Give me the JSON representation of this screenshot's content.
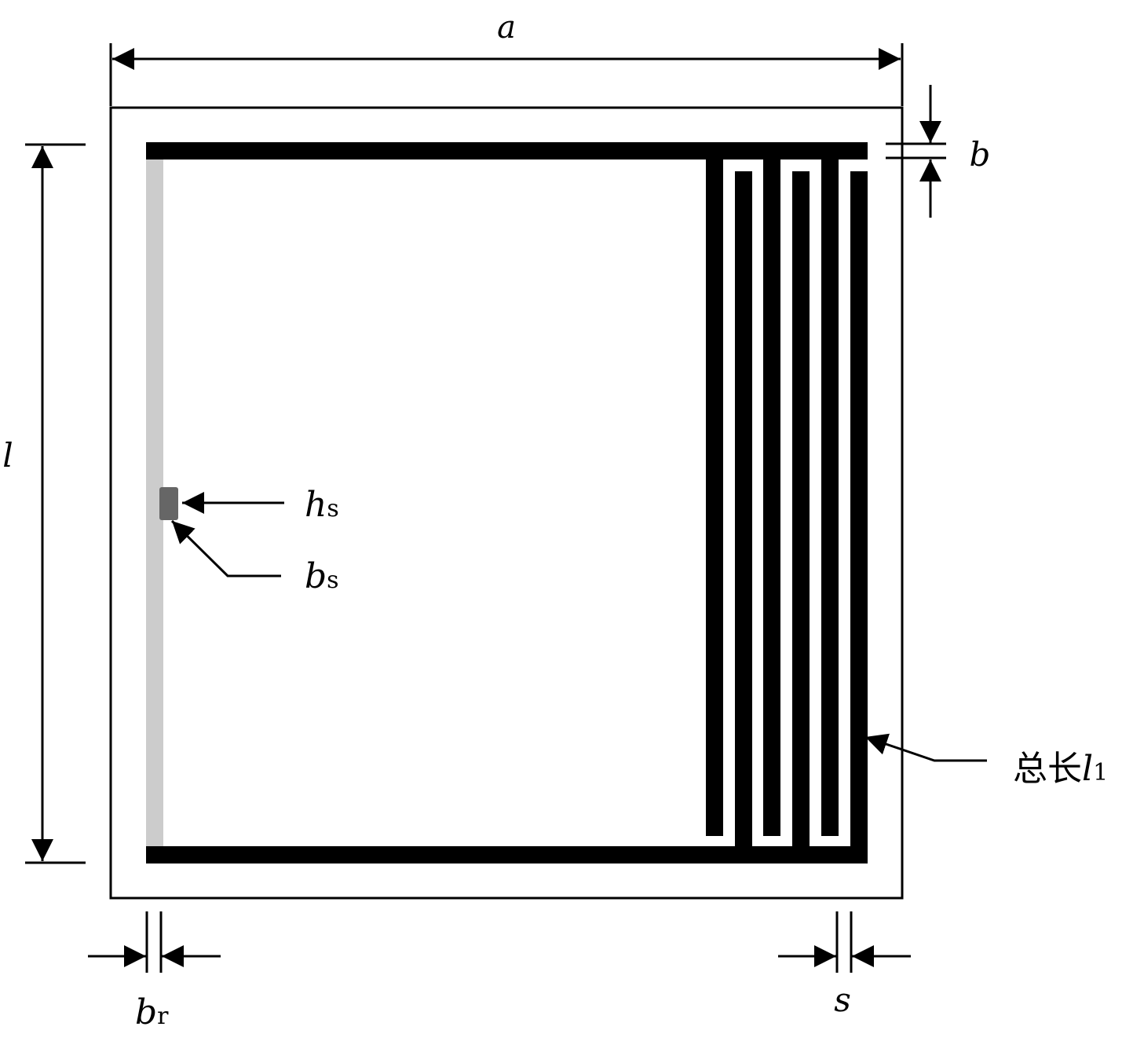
{
  "labels": {
    "a": "a",
    "b": "b",
    "l": "l",
    "hs_main": "h",
    "hs_sub": "s",
    "bs_main": "b",
    "bs_sub": "s",
    "br_main": "b",
    "br_sub": "r",
    "s": "s",
    "total_length_prefix": "总长",
    "total_length_var": "l",
    "total_length_sub": "1"
  },
  "colors": {
    "line": "#000000",
    "strip": "#cccccc",
    "feed": "#666666",
    "background": "#ffffff"
  }
}
